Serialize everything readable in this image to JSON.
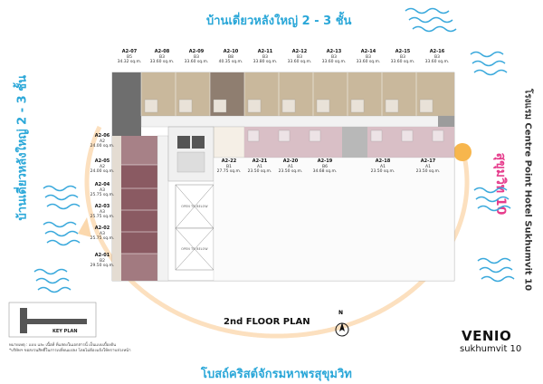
{
  "labels": {
    "top_neighbor": "บ้านเดี่ยวหลังใหญ่ 2 - 3 ชั้น",
    "left_neighbor": "บ้านเดี่ยวหลังใหญ่ 2 - 3 ชั้น",
    "bottom_neighbor": "โบสถ์คริสต์จักรมหาพรสุขุมวิท",
    "right_road": "สุขุมวิท 10",
    "right_hotel": "โรงแรม Centre Point Hotel Sukhumvit 10",
    "plan_title": "2nd FLOOR PLAN",
    "north": "N",
    "key_plan": "KEY PLAN",
    "brand_name": "VENIO",
    "brand_sub": "sukhumvit 10",
    "note_line1": "หมายเหตุ : แบบ และ เนื้อที่ ที่แสดงในเอกสารนี้ เป็นแบบเบื้องต้น",
    "note_line2": "*บริษัทฯ ขอสงวนสิทธิ์ในการเปลี่ยนแปลง โดยไม่ต้องแจ้งให้ทราบล่วงหน้า",
    "open_to_below_1": "OPEN TO BELOW",
    "open_to_below_2": "OPEN TO BELOW"
  },
  "units_top": [
    {
      "code": "A2-07",
      "type": "B5",
      "area": "34.32 sq.m."
    },
    {
      "code": "A2-08",
      "type": "B3",
      "area": "33.60 sq.m."
    },
    {
      "code": "A2-09",
      "type": "B3",
      "area": "33.60 sq.m."
    },
    {
      "code": "A2-10",
      "type": "B8",
      "area": "40.35 sq.m."
    },
    {
      "code": "A2-11",
      "type": "B3",
      "area": "33.80 sq.m."
    },
    {
      "code": "A2-12",
      "type": "B3",
      "area": "33.60 sq.m."
    },
    {
      "code": "A2-13",
      "type": "B3",
      "area": "33.60 sq.m."
    },
    {
      "code": "A2-14",
      "type": "B3",
      "area": "33.60 sq.m."
    },
    {
      "code": "A2-15",
      "type": "B3",
      "area": "33.60 sq.m."
    },
    {
      "code": "A2-16",
      "type": "B3",
      "area": "33.60 sq.m."
    }
  ],
  "units_left": [
    {
      "code": "A2-06",
      "type": "A2",
      "area": "24.00 sq.m."
    },
    {
      "code": "A2-05",
      "type": "A2",
      "area": "24.00 sq.m."
    },
    {
      "code": "A2-04",
      "type": "A3",
      "area": "25.75 sq.m."
    },
    {
      "code": "A2-03",
      "type": "A3",
      "area": "25.75 sq.m."
    },
    {
      "code": "A2-02",
      "type": "A3",
      "area": "25.75 sq.m."
    },
    {
      "code": "A2-01",
      "type": "B2",
      "area": "29.50 sq.m."
    }
  ],
  "units_bottom": [
    {
      "code": "A2-22",
      "type": "B1",
      "area": "27.75 sq.m."
    },
    {
      "code": "A2-21",
      "type": "A1",
      "area": "23.50 sq.m."
    },
    {
      "code": "A2-20",
      "type": "A1",
      "area": "23.50 sq.m."
    },
    {
      "code": "A2-19",
      "type": "B6",
      "area": "34.68 sq.m."
    },
    {
      "code": "A2-18",
      "type": "A1",
      "area": "23.50 sq.m."
    },
    {
      "code": "A2-17",
      "type": "A1",
      "area": "23.50 sq.m."
    }
  ],
  "colors": {
    "neighbor_text": "#2aa7d8",
    "road_text": "#e63c8c",
    "road_ring": "#f6b24a",
    "wave": "#3aa9dc",
    "unit_b3": "#c9b89c",
    "unit_a1": "#d9bfc6",
    "unit_a3": "#8a5a62",
    "core": "#6e6e6e"
  }
}
